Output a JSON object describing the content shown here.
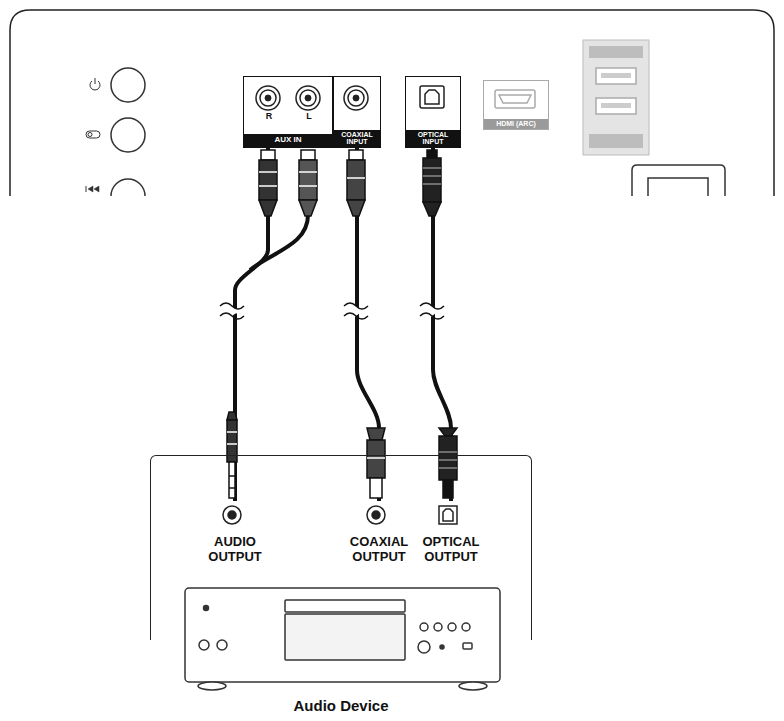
{
  "diagram": {
    "nodes": [
      {
        "text": [
          "R",
          "L",
          "AUX IN"
        ]
      },
      {
        "text": [
          "COAXIAL INPUT"
        ]
      },
      {
        "text": [
          "OPTICAL INPUT"
        ]
      },
      {
        "text": [
          "HDMI (ARC)"
        ]
      },
      {
        "text": [
          "Audio Device"
        ]
      },
      {
        "text": [
          "AUDIO OUTPUT"
        ],
        "in": 4
      },
      {
        "text": [
          "COAXIAL OUTPUT"
        ],
        "in": 4
      },
      {
        "text": [
          "OPTICAL OUTPUT"
        ],
        "in": 4
      }
    ],
    "edges": [
      {
        "from": 5,
        "to": 0,
        "arrow": "none"
      },
      {
        "from": 6,
        "to": 1,
        "arrow": "none"
      },
      {
        "from": 7,
        "to": 2,
        "arrow": "none"
      }
    ]
  }
}
